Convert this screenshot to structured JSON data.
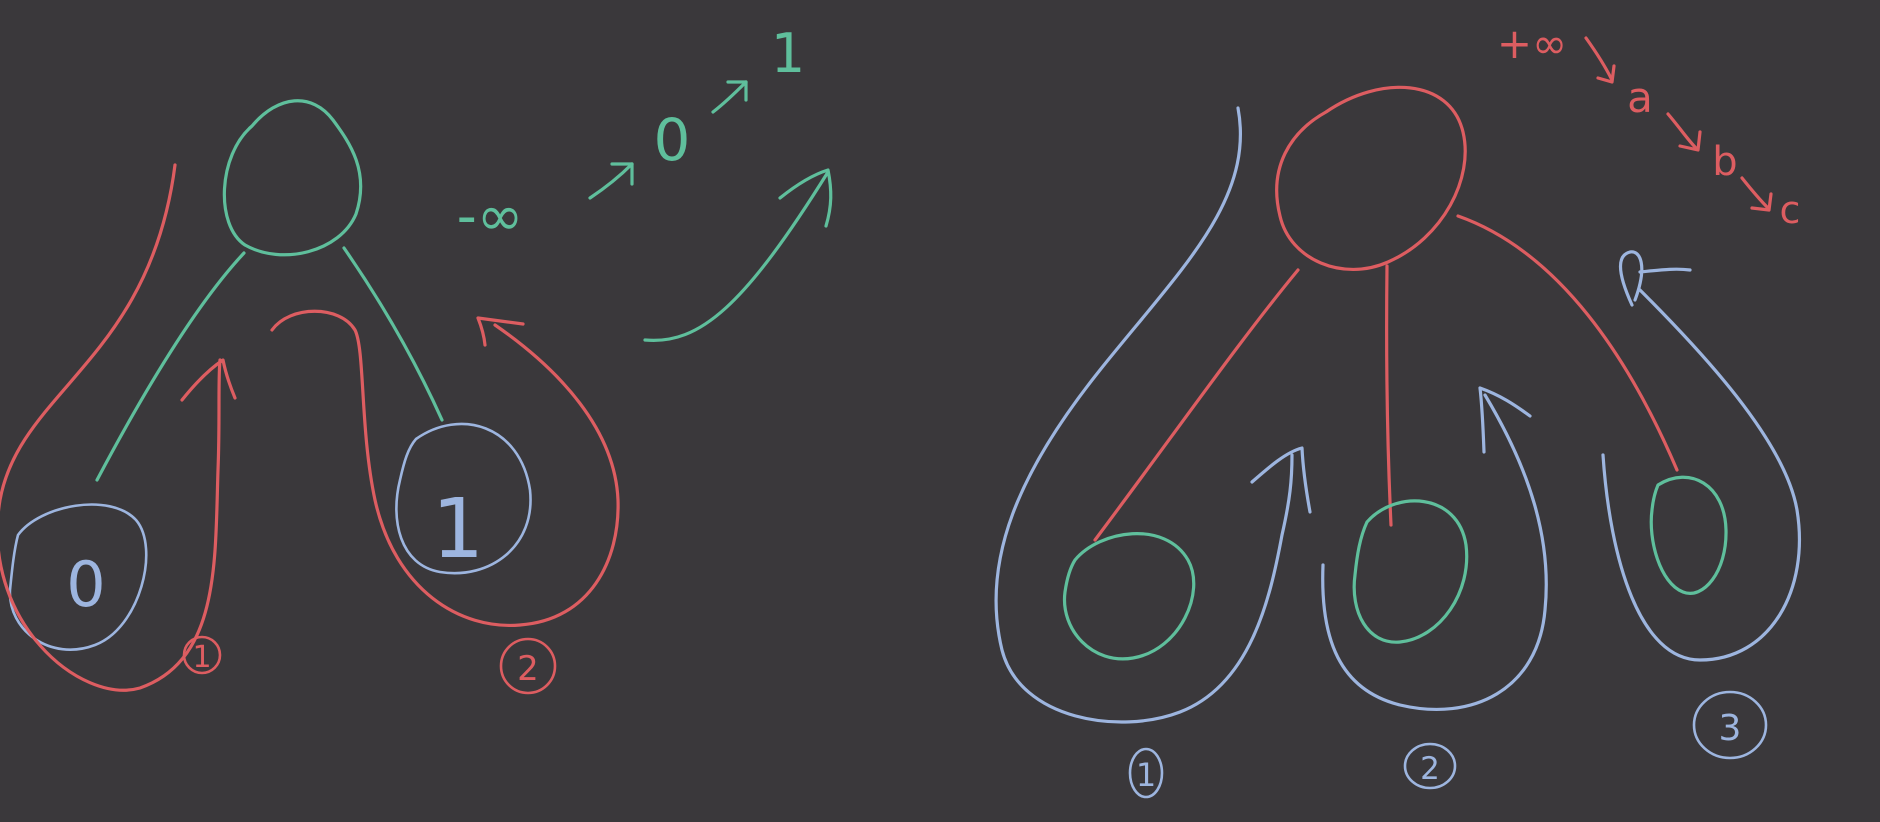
{
  "colors": {
    "background": "#3a383b",
    "minimizer": "#5fbf9c",
    "maximizer": "#dd5d61",
    "traversal": "#9db5df"
  },
  "left_tree": {
    "range": {
      "start": "-∞",
      "middle": "0",
      "end": "1"
    },
    "leaves": [
      "0",
      "1"
    ],
    "order_labels": [
      "1",
      "2"
    ]
  },
  "right_tree": {
    "range": {
      "start": "+∞",
      "first": "a",
      "second": "b",
      "third": "c"
    },
    "order_labels": [
      "1",
      "2",
      "3"
    ]
  }
}
